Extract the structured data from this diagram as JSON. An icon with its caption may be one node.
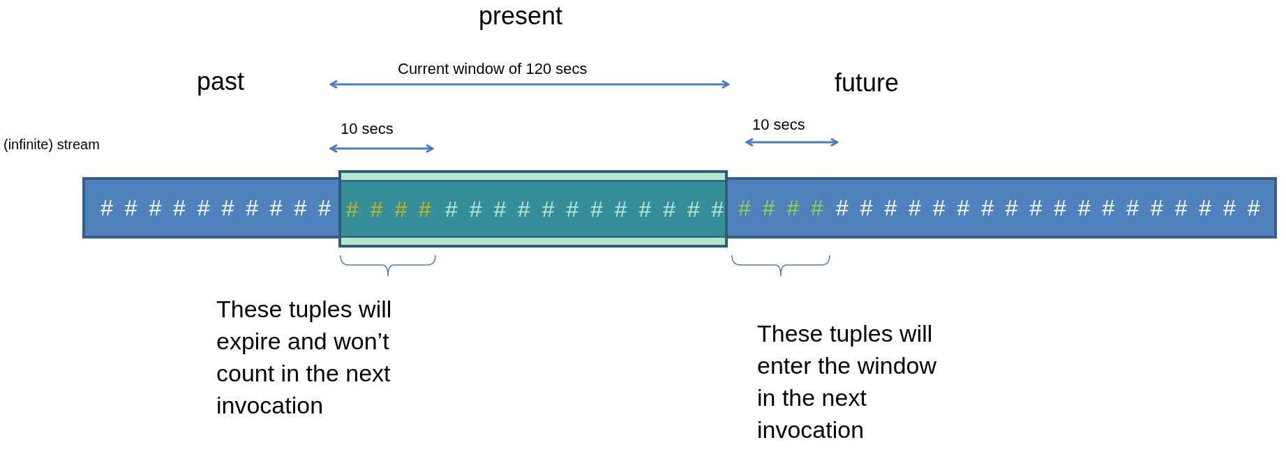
{
  "diagram": {
    "nodes": [
      {
        "text": [
          "# # # # # # # # # #",
          "# # # #",
          "# # # # # # # # # # # # # # # # # #"
        ],
        "beside": [
          "(infinite) stream"
        ]
      },
      {
        "text": [
          "# # # #",
          "# # # # # # # # # # # #"
        ]
      }
    ],
    "labels": [
      "present",
      "past",
      "Current window of 120 secs",
      "future",
      "10 secs",
      "10 secs",
      "These tuples will expire and won’t count in the next invocation",
      "These tuples will enter the window in the next invocation"
    ]
  }
}
